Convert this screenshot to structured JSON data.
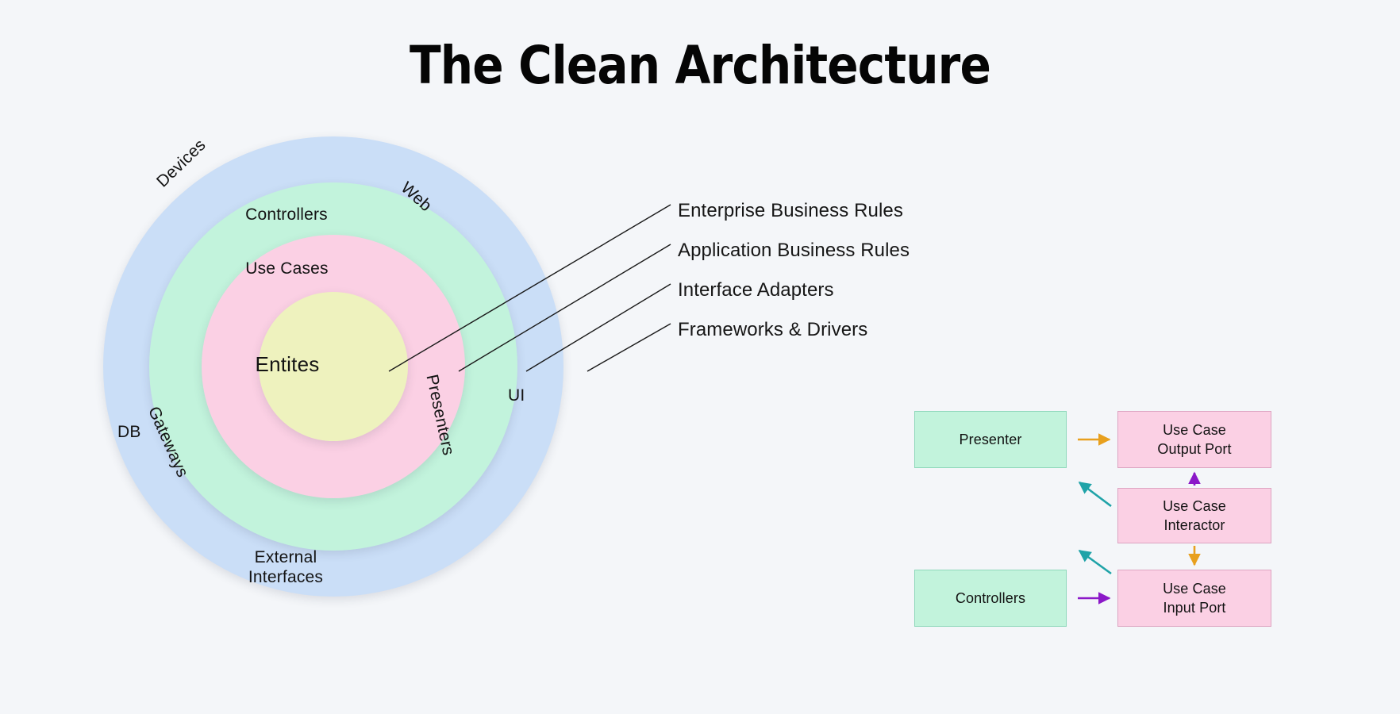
{
  "page": {
    "title": "The Clean Architecture",
    "background_color": "#f4f6f9"
  },
  "rings": {
    "layers": [
      {
        "name": "frameworks-and-drivers",
        "color": "#cadef7"
      },
      {
        "name": "interface-adapters",
        "color": "#c2f3dc"
      },
      {
        "name": "application-business-rules",
        "color": "#fbd0e4"
      },
      {
        "name": "enterprise-business-rules",
        "color": "#eef2be"
      }
    ],
    "labels": {
      "devices": "Devices",
      "web": "Web",
      "ui": "UI",
      "db": "DB",
      "external_interfaces": "External\nInterfaces",
      "controllers": "Controllers",
      "gateways": "Gateways",
      "presenters": "Presenters",
      "use_cases": "Use Cases",
      "entities": "Entites"
    }
  },
  "callouts": [
    {
      "name": "enterprise-business-rules",
      "text": "Enterprise Business Rules"
    },
    {
      "name": "application-business-rules",
      "text": "Application Business Rules"
    },
    {
      "name": "interface-adapters",
      "text": "Interface Adapters"
    },
    {
      "name": "frameworks-and-drivers",
      "text": "Frameworks & Drivers"
    }
  ],
  "flow": {
    "nodes": [
      {
        "name": "presenter",
        "label": "Presenter",
        "color": "#c2f3dc"
      },
      {
        "name": "controllers",
        "label": "Controllers",
        "color": "#c2f3dc"
      },
      {
        "name": "use-case-output-port",
        "label": "Use Case\nOutput Port",
        "color": "#fbd0e4"
      },
      {
        "name": "use-case-interactor",
        "label": "Use Case\nInteractor",
        "color": "#fbd0e4"
      },
      {
        "name": "use-case-input-port",
        "label": "Use Case\nInput Port",
        "color": "#fbd0e4"
      }
    ],
    "arrows": [
      {
        "name": "presenter-to-output-port",
        "from": "presenter",
        "to": "use-case-output-port",
        "color": "#e8a01e"
      },
      {
        "name": "interactor-to-presenter",
        "from": "use-case-interactor",
        "to": "presenter",
        "color": "#1fa3a8"
      },
      {
        "name": "interactor-to-output-port",
        "from": "use-case-interactor",
        "to": "use-case-output-port",
        "color": "#8b18c8"
      },
      {
        "name": "interactor-to-input-port",
        "from": "use-case-interactor",
        "to": "use-case-input-port",
        "color": "#e8a01e"
      },
      {
        "name": "input-port-to-interactor",
        "from": "use-case-input-port",
        "to": "use-case-interactor",
        "color": "#1fa3a8"
      },
      {
        "name": "controllers-to-input-port",
        "from": "controllers",
        "to": "use-case-input-port",
        "color": "#8b18c8"
      }
    ]
  }
}
